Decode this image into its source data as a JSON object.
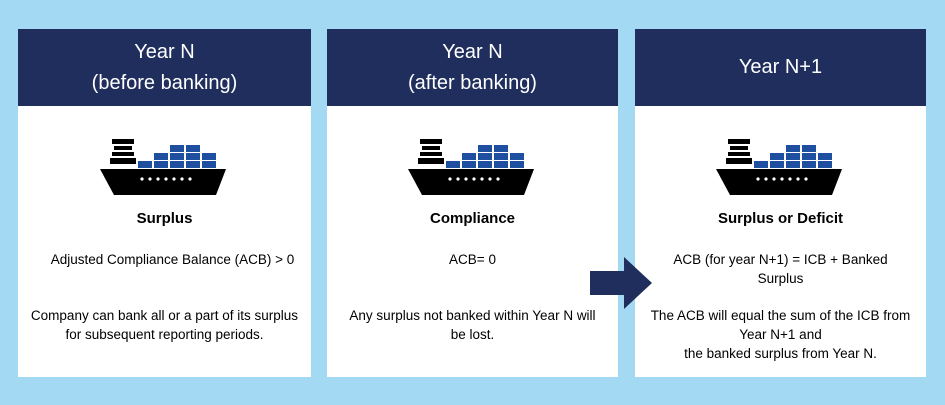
{
  "cards": [
    {
      "header_line1": "Year N",
      "header_line2": "(before banking)",
      "title": "Surplus",
      "metric": "Adjusted Compliance Balance (ACB) > 0",
      "description": "Company can bank all or a part of its surplus for subsequent reporting periods."
    },
    {
      "header_line1": "Year N",
      "header_line2": "(after banking)",
      "title": "Compliance",
      "metric": "ACB= 0",
      "description": "Any surplus not banked within Year N will be lost."
    },
    {
      "header_line1": "Year N+1",
      "title": "Surplus or Deficit",
      "metric": "ACB (for year N+1) = ICB + Banked Surplus",
      "description_line1": "The ACB will equal the sum of the ICB from Year N+1 and",
      "description_line2": "the banked surplus from Year N."
    }
  ],
  "icons": {
    "ship": "cargo-ship-icon",
    "arrow": "right-arrow-icon"
  },
  "colors": {
    "background": "#a3d9f2",
    "header": "#1f2e5c",
    "container_blue": "#1f4fa0",
    "container_blue_light": "#3466b5",
    "ship": "#000000"
  }
}
